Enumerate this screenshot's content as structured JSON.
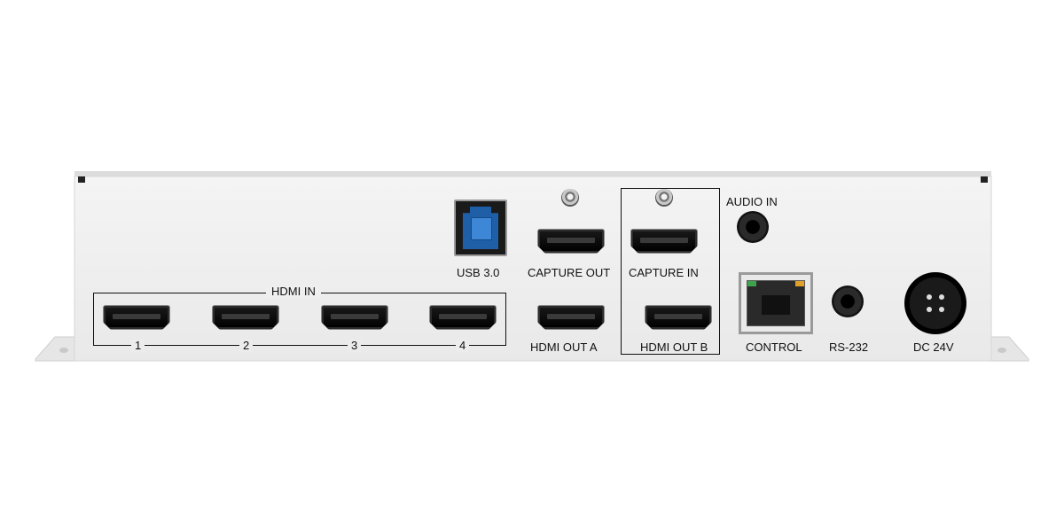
{
  "labels": {
    "hdmi_in": "HDMI IN",
    "port_1": "1",
    "port_2": "2",
    "port_3": "3",
    "port_4": "4",
    "usb": "USB 3.0",
    "capture_out": "CAPTURE OUT",
    "capture_in": "CAPTURE IN",
    "hdmi_out_a": "HDMI OUT A",
    "hdmi_out_b": "HDMI OUT B",
    "audio_in": "AUDIO IN",
    "control": "CONTROL",
    "rs232": "RS-232",
    "dc": "DC 24V"
  },
  "colors": {
    "chassis": "#eeeeee",
    "usb_blue": "#1f5fa8",
    "led_green": "#3fa34d",
    "led_amber": "#e0a12a"
  }
}
